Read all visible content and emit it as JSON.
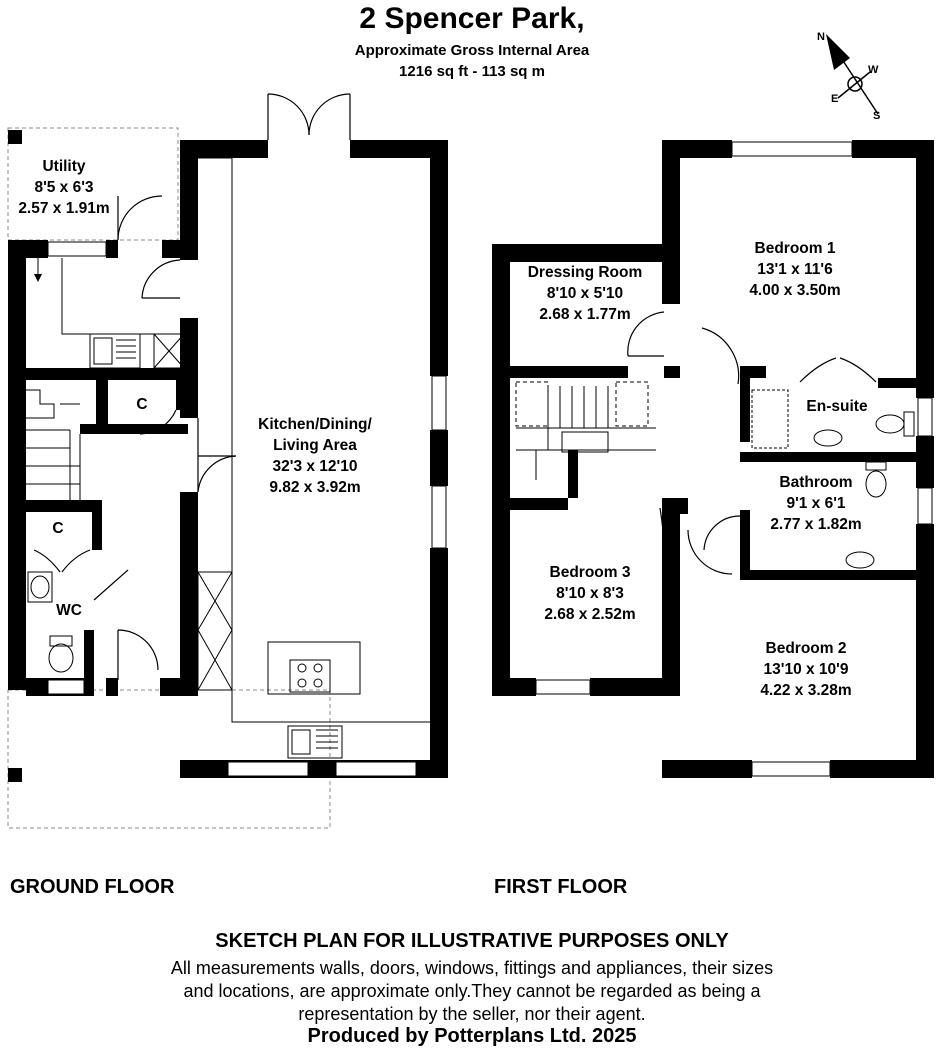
{
  "header": {
    "title": "2 Spencer Park,",
    "area_label": "Approximate Gross Internal Area",
    "area_value": "1216 sq ft - 113 sq m"
  },
  "compass": {
    "n": "N",
    "e": "E",
    "s": "S",
    "w": "W"
  },
  "ground_floor": {
    "label": "GROUND FLOOR",
    "rooms": {
      "utility": {
        "name": "Utility",
        "imperial": "8'5 x 6'3",
        "metric": "2.57 x 1.91m"
      },
      "kitchen": {
        "name_line1": "Kitchen/Dining/",
        "name_line2": "Living Area",
        "imperial": "32'3 x 12'10",
        "metric": "9.82 x 3.92m"
      },
      "cupboard_1": "C",
      "cupboard_2": "C",
      "wc": "WC"
    }
  },
  "first_floor": {
    "label": "FIRST FLOOR",
    "rooms": {
      "dressing": {
        "name": "Dressing Room",
        "imperial": "8'10 x 5'10",
        "metric": "2.68 x 1.77m"
      },
      "bedroom1": {
        "name": "Bedroom 1",
        "imperial": "13'1 x 11'6",
        "metric": "4.00 x 3.50m"
      },
      "ensuite": {
        "name": "En-suite"
      },
      "bathroom": {
        "name": "Bathroom",
        "imperial": "9'1 x 6'1",
        "metric": "2.77 x 1.82m"
      },
      "bedroom3": {
        "name": "Bedroom 3",
        "imperial": "8'10 x 8'3",
        "metric": "2.68 x 2.52m"
      },
      "bedroom2": {
        "name": "Bedroom 2",
        "imperial": "13'10 x 10'9",
        "metric": "4.22 x 3.28m"
      }
    }
  },
  "footer": {
    "heading": "SKETCH PLAN FOR ILLUSTRATIVE PURPOSES ONLY",
    "line1": "All measurements walls, doors, windows, fittings and appliances, their sizes",
    "line2": "and locations, are approximate only.They cannot be regarded as being a",
    "line3": "representation by the seller, nor their agent.",
    "produced": "Produced by Potterplans Ltd. 2025"
  }
}
